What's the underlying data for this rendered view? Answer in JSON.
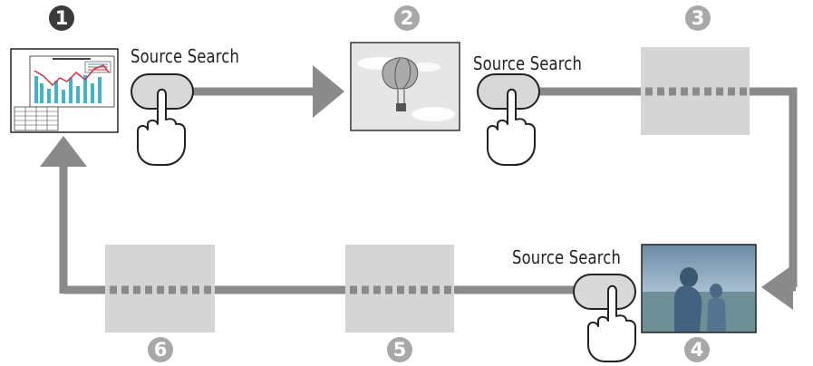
{
  "colors": {
    "path": "#8a8a8a",
    "box_fill": "#d5d5d5",
    "badge_active": "#3a3a3a",
    "badge_inactive": "#a8a8a8",
    "button_fill": "#d8d8d8"
  },
  "steps": [
    {
      "number": "1",
      "content": "chart-screen"
    },
    {
      "number": "2",
      "content": "balloon-image"
    },
    {
      "number": "3",
      "content": "no-signal-box"
    },
    {
      "number": "4",
      "content": "photo-image"
    },
    {
      "number": "5",
      "content": "no-signal-box"
    },
    {
      "number": "6",
      "content": "no-signal-box"
    }
  ],
  "source_search_labels": [
    "Source Search",
    "Source Search",
    "Source Search"
  ]
}
